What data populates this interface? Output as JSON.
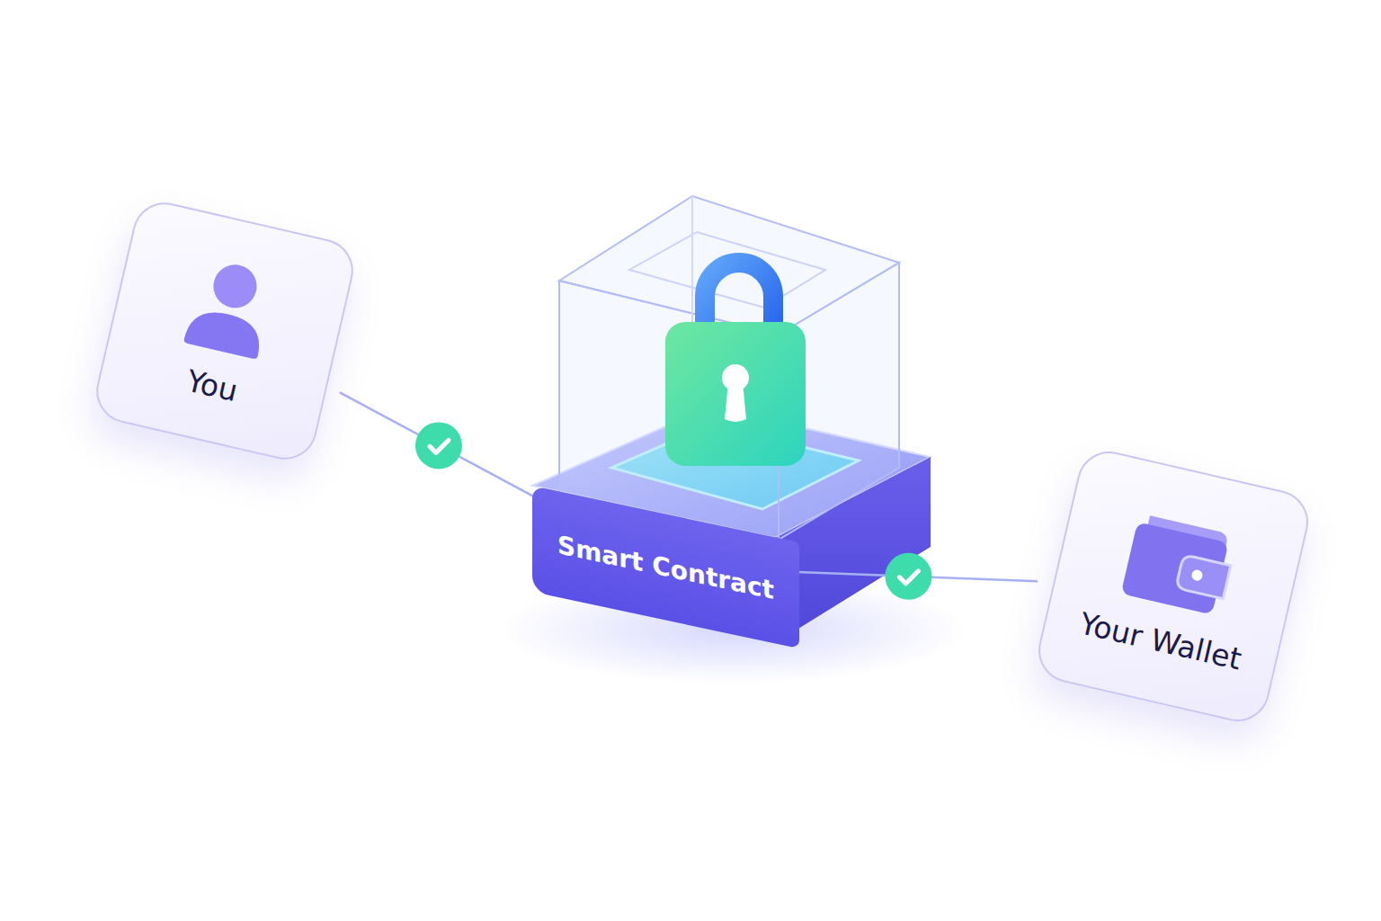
{
  "diagram": {
    "nodes": [
      {
        "text": [
          "You"
        ]
      },
      {
        "text": [
          "Smart Contract"
        ]
      },
      {
        "text": [
          "Your Wallet"
        ]
      }
    ],
    "edges": [
      {
        "from": 0,
        "to": 1,
        "arrow": "none"
      },
      {
        "from": 1,
        "to": 2,
        "arrow": "none"
      }
    ]
  }
}
